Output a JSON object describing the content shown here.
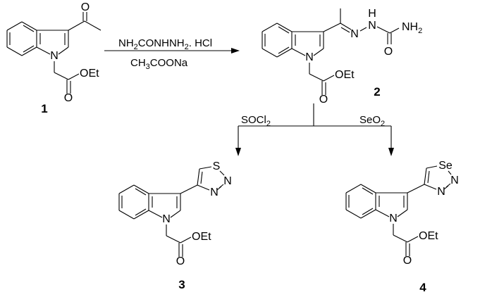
{
  "scheme": {
    "step1": {
      "reagent_top": [
        "NH",
        "2",
        "CONHNH",
        "2",
        ". HCl"
      ],
      "reagent_bottom": [
        "CH",
        "3",
        "COONa"
      ]
    },
    "step2": {
      "left_reagent": [
        "SOCl",
        "2"
      ],
      "right_reagent": [
        "SeO",
        "2"
      ]
    }
  },
  "compounds": [
    {
      "number": "1",
      "ring_N": "N",
      "ester": "OEt",
      "ester_O": "O",
      "acetyl_O": "O"
    },
    {
      "number": "2",
      "ring_N": "N",
      "ester": "OEt",
      "ester_O": "O",
      "imine_N": "N",
      "hydrazide_NH": "N",
      "hydrazide_H": "H",
      "amide_NH2": [
        "NH",
        "2"
      ],
      "amide_O": "O"
    },
    {
      "number": "3",
      "ring_N": "N",
      "ester": "OEt",
      "ester_O": "O",
      "heteroatom": "S",
      "N2": "N",
      "N3": "N"
    },
    {
      "number": "4",
      "ring_N": "N",
      "ester": "OEt",
      "ester_O": "O",
      "heteroatom": "Se",
      "N2": "N",
      "N3": "N"
    }
  ]
}
